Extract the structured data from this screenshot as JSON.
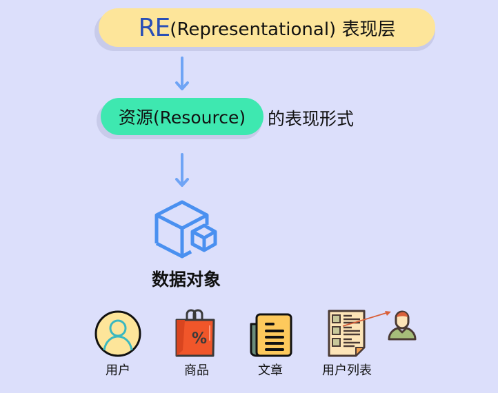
{
  "layer": {
    "abbr": "RE",
    "full": "(Representational) 表现层",
    "bg_color": "#fde59a",
    "abbr_color": "#2a4fb6"
  },
  "resource": {
    "pill_text": "资源(Resource)",
    "suffix": "的表现形式",
    "bg_color": "#3ee8b0"
  },
  "arrow_color": "#6fa4f5",
  "data_object": {
    "icon": "cube-icon",
    "label": "数据对象",
    "icon_color": "#4a90f0"
  },
  "examples": [
    {
      "icon": "user-avatar-icon",
      "label": "用户"
    },
    {
      "icon": "shopping-bag-icon",
      "label": "商品"
    },
    {
      "icon": "article-icon",
      "label": "文章"
    },
    {
      "icon": "user-list-icon",
      "label": "用户列表"
    }
  ],
  "linked_icon": "person-icon"
}
